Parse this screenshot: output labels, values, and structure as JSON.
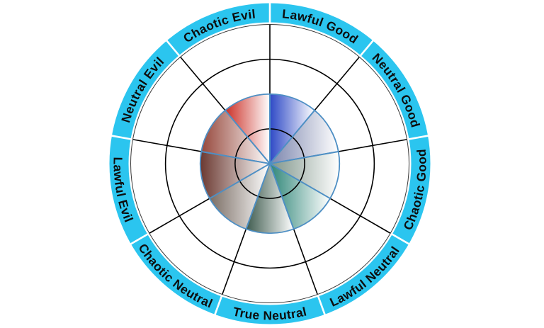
{
  "chart_data": {
    "type": "polar-wedge",
    "description_of_visual": "Circular alignment wheel: cyan outer label ring with 9 segments, black radial spokes and circular gridlines, inner disc of 9 gradient-filled wedges of equal radius",
    "clockwise_from_north": true,
    "start_angle_deg": 0,
    "sector_angle_deg": 40,
    "max_value": 1.0,
    "grid_ring_fractions": [
      0.25,
      0.5,
      0.75,
      1.0
    ],
    "categories": [
      "Lawful Good",
      "Neutral Good",
      "Chaotic Good",
      "Lawful Neutral",
      "True Neutral",
      "Chaotic Neutral",
      "Lawful Evil",
      "Neutral Evil",
      "Chaotic Evil"
    ],
    "values": [
      0.5,
      0.5,
      0.5,
      0.5,
      0.5,
      0.5,
      0.5,
      0.5,
      0.5
    ],
    "wedges": [
      {
        "label": "Lawful Good",
        "value": 0.5,
        "color": "#2e49c6"
      },
      {
        "label": "Neutral Good",
        "value": 0.5,
        "color": "#7b85ad"
      },
      {
        "label": "Chaotic Good",
        "value": 0.5,
        "color": "#7e9489"
      },
      {
        "label": "Lawful Neutral",
        "value": 0.5,
        "color": "#2f8678"
      },
      {
        "label": "True Neutral",
        "value": 0.5,
        "color": "#3e5b4e"
      },
      {
        "label": "Chaotic Neutral",
        "value": 0.5,
        "color": "#7a6d64"
      },
      {
        "label": "Lawful Evil",
        "value": 0.5,
        "color": "#6b3931"
      },
      {
        "label": "Neutral Evil",
        "value": 0.5,
        "color": "#96483c"
      },
      {
        "label": "Chaotic Evil",
        "value": 0.5,
        "color": "#cb2f26"
      }
    ],
    "gradient_fade_color": "#ffffff",
    "styles": {
      "ring_color": "#2bc5ef",
      "ring_gap_color": "#ffffff",
      "ring_label_color": "#0d0d0d",
      "grid_color": "#000000",
      "spoke_color": "#000000",
      "outer_circle_color": "#3a3a3a",
      "wedge_border_color": "#4e8fc4",
      "background": "#ffffff"
    },
    "legend_position": "none",
    "grid": true
  }
}
